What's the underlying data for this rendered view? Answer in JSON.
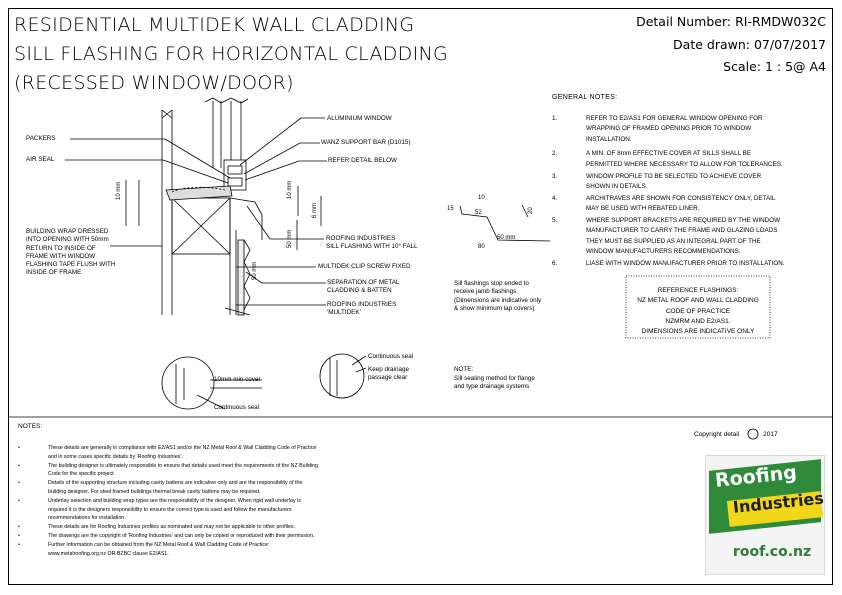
{
  "title": {
    "line1": "RESIDENTIAL MULTIDEK WALL CLADDING",
    "line2": "SILL FLASHING FOR HORIZONTAL CLADDING",
    "line3": "(RECESSED WINDOW/DOOR)"
  },
  "meta": {
    "detail_number": "Detail Number:  RI-RMDW032C",
    "date_drawn": "Date drawn:  07/07/2017",
    "scale": "Scale:   1 : 5@ A4"
  },
  "general_notes": {
    "heading": "GENERAL NOTES:",
    "items": [
      {
        "n": "1.",
        "lines": [
          "REFER TO E2/AS1 FOR GENERAL WINDOW OPENING FOR",
          "WRAPPING OF FRAMED OPENING PRIOR TO WINDOW",
          "INSTALLATION."
        ]
      },
      {
        "n": "2.",
        "lines": [
          "A MIN. OF 8mm EFFECTIVE COVER AT SILLS SHALL BE",
          "PERMITTED WHERE NECESSARY TO ALLOW FOR TOLERANCES."
        ]
      },
      {
        "n": "3.",
        "lines": [
          "WINDOW PROFILE TO BE SELECTED TO ACHIEVE COVER",
          "SHOWN IN DETAILS."
        ]
      },
      {
        "n": "4.",
        "lines": [
          "ARCHITRAVES ARE SHOWN FOR CONSISTENCY ONLY, DETAIL",
          "MAY BE USED WITH REBATED LINER."
        ]
      },
      {
        "n": "5.",
        "lines": [
          "WHERE SUPPORT BRACKETS ARE REQUIRED BY THE WINDOW",
          "MANUFACTURER TO CARRY THE FRAME AND GLAZING LOADS",
          "THEY MUST BE SUPPLIED AS AN INTEGRAL PART OF THE",
          "WINDOW MANUFACTURERS RECOMMENDATIONS."
        ]
      },
      {
        "n": "6.",
        "lines": [
          "LIASE WITH WINDOW MANUFACTURER PRIOR TO INSTALLATION."
        ]
      }
    ]
  },
  "reference": {
    "lines": [
      "REFERENCE FLASHINGS:",
      "NZ METAL ROOF AND WALL CLADDING",
      "CODE OF PRACTICE",
      "NZMRM AND E2/AS1.",
      "DIMENSIONS ARE INDICATIVE ONLY"
    ]
  },
  "labels": {
    "aluminium_window": "ALUMINIUM WINDOW",
    "wanz_bar": "WANZ SUPPORT BAR (D1015)",
    "refer_detail": "REFER DETAIL BELOW",
    "packers": "PACKERS",
    "air_seal": "AIR SEAL",
    "building_wrap": [
      "BUILDING WRAP DRESSED",
      "INTO OPENING WITH 50mm",
      "RETURN TO INSIDE OF",
      "FRAME WITH WINDOW",
      "FLASHING TAPE FLUSH WITH",
      "INSIDE OF FRAME"
    ],
    "sill_flashing": [
      "ROOFING INDUSTRIES",
      "SILL FLASHING WITH 10° FALL"
    ],
    "clip_screw": "MULTIDEK CLIP SCREW FIXED",
    "separation": [
      "SEPARATION OF METAL",
      "CLADDING & BATTEN"
    ],
    "multidek": [
      "ROOFING INDUSTRIES",
      "'MULTIDEK'"
    ],
    "sill_note": [
      "Sill flashings stop ended to",
      "receive jamb flashings",
      "(Dimensions are indicative only",
      "& show minimum lap covers)"
    ],
    "continuous_seal": "Continuous seal",
    "keep_drainage": [
      "Keep drainage",
      "passage clear"
    ],
    "cover_10mm": "10mm min cover",
    "continuous_seal_2": "Continuous seal",
    "note_heading": "NOTE:",
    "note_body": [
      "Sill sealing method for flange",
      "and type drainage systems"
    ]
  },
  "dims": {
    "d10mm_left": "10 mm",
    "d10mm_right": "10 mm",
    "d6mm": "6 mm",
    "d50mm": "50 mm",
    "d50mm_2": "50 mm",
    "f10": "10",
    "f15": "15",
    "f52": "52",
    "f20": "20",
    "f50mm": "50 mm",
    "f80": "80"
  },
  "notes": {
    "heading": "NOTES:",
    "items": [
      [
        "These details are generally in compliance with E2/AS1 and/or the NZ Metal Roof & Wall Cladding Code of Practice",
        "and in some cases specific details by 'Roofing Industries'."
      ],
      [
        "The building designer is ultimately responsible to ensure that details used meet the requirements of the NZ Building",
        "Code for the specific project."
      ],
      [
        "Details of the supporting structure including cavity battens are indicative only and are the responsibility of the",
        "building designer. For steel framed buildings thermal break cavity battens may be required."
      ],
      [
        "Underlay selection and building wrap types are the responsibility of the designer. When rigid wall underlay is",
        "required it is the designers responsibility to ensure the correct type is used and follow the manufacturers",
        "recommendations for installation."
      ],
      [
        "These details are for Roofing Industries profiles as nominated and may not be applicable to other profiles."
      ],
      [
        "The drawings are the copyright of 'Roofing Industries' and can only be copied or reproduced with their permission."
      ],
      [
        "Further information can be obtained from the NZ Metal Roof & Wall Cladding Code of Practice:",
        "www.metalroofing.org.nz OR BZBC clause E2/AS1."
      ]
    ]
  },
  "copyright": {
    "text": "Copyright detail",
    "year": "2017"
  },
  "logo": {
    "line1": "Roofing",
    "line2": "Industries",
    "url": "roof.co.nz"
  }
}
